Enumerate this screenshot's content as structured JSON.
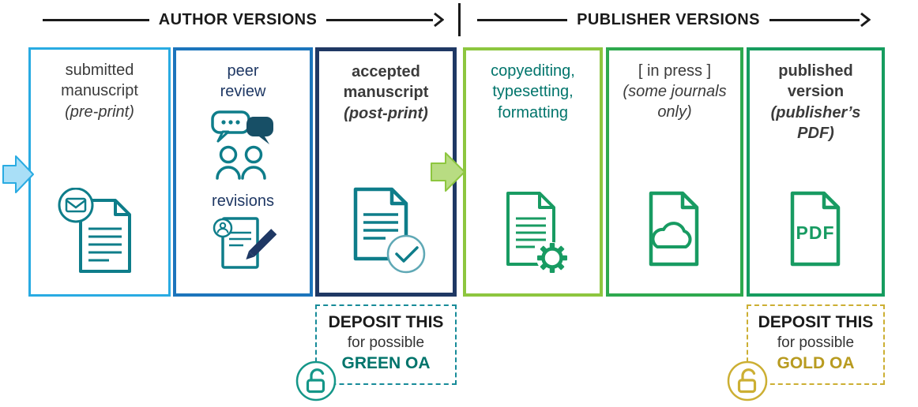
{
  "header": {
    "author_label": "AUTHOR VERSIONS",
    "publisher_label": "PUBLISHER VERSIONS"
  },
  "boxes": {
    "submitted": {
      "title": "submitted manuscript",
      "subtitle": "(pre-print)"
    },
    "peer_review": {
      "top_label": "peer review",
      "bottom_label": "revisions"
    },
    "accepted": {
      "title": "accepted manuscript",
      "subtitle": "(post-print)"
    },
    "copyediting": {
      "title": "copyediting, typesetting, formatting"
    },
    "in_press": {
      "title": "[ in press ]",
      "subtitle": "(some journals only)"
    },
    "published": {
      "title": "published version",
      "subtitle": "(publisher’s PDF)"
    }
  },
  "pdf_label": "PDF",
  "deposits": {
    "green": {
      "line1": "DEPOSIT THIS",
      "line2": "for possible",
      "line3": "GREEN OA"
    },
    "gold": {
      "line1": "DEPOSIT THIS",
      "line2": "for possible",
      "line3": "GOLD OA"
    }
  },
  "icons": {
    "submitted": "document-with-envelope-icon",
    "peer_review": "chat-bubbles-people-icon",
    "revisions": "document-pencil-edit-icon",
    "accepted": "document-check-icon",
    "copyediting": "document-gear-icon",
    "in_press": "document-cloud-icon",
    "published": "pdf-document-icon",
    "deposit": "open-lock-icon",
    "flow": "block-arrow-right-icon"
  },
  "colors": {
    "box_submitted_border": "#29ABE2",
    "box_peer_border": "#1C75BC",
    "box_accepted_border": "#1F3864",
    "box_copyediting_border": "#8DC63F",
    "box_inpress_border": "#2EA94E",
    "box_published_border": "#169C5F",
    "teal_icon": "#0E7D8A",
    "green_icon": "#189B62",
    "navy_text": "#1F3864",
    "teal_text": "#00746B",
    "green_oa_text": "#00746B",
    "gold_oa_text": "#B89B20",
    "teal_dash": "#178B99",
    "gold_dash": "#CCAF33",
    "dark_text": "#3B3B3B"
  }
}
